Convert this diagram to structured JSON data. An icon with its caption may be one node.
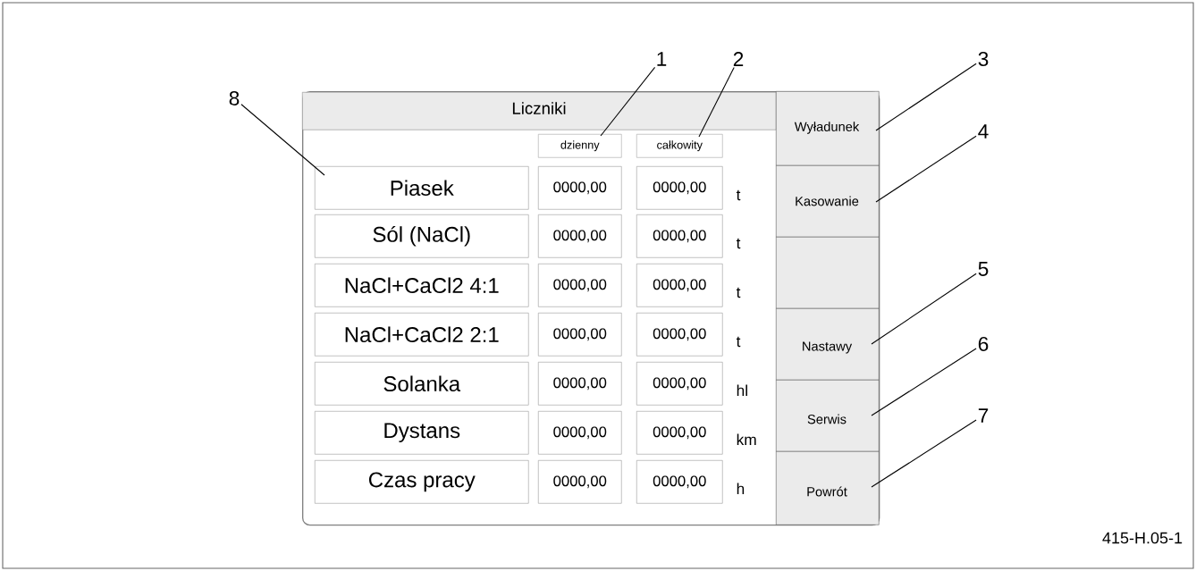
{
  "diagram": {
    "nodes": [
      {
        "text": [],
        "shape": "box"
      },
      {
        "text": [
          "Liczniki"
        ],
        "in": 0
      },
      {
        "text": [
          "dzienny"
        ],
        "in": 0
      },
      {
        "text": [
          "całkowity"
        ],
        "in": 0
      },
      {
        "text": [
          "Piasek"
        ],
        "in": 0
      },
      {
        "text": [
          "0000,00"
        ],
        "in": 0
      },
      {
        "text": [
          "0000,00"
        ],
        "in": 0
      },
      {
        "text": [
          "Sól (NaCl)"
        ],
        "in": 0
      },
      {
        "text": [
          "0000,00"
        ],
        "in": 0
      },
      {
        "text": [
          "0000,00"
        ],
        "in": 0
      },
      {
        "text": [
          "NaCl+CaCl2 4:1"
        ],
        "in": 0
      },
      {
        "text": [
          "0000,00"
        ],
        "in": 0
      },
      {
        "text": [
          "0000,00"
        ],
        "in": 0
      },
      {
        "text": [
          "NaCl+CaCl2 2:1"
        ],
        "in": 0
      },
      {
        "text": [
          "0000,00"
        ],
        "in": 0
      },
      {
        "text": [
          "0000,00"
        ],
        "in": 0
      },
      {
        "text": [
          "Solanka"
        ],
        "in": 0
      },
      {
        "text": [
          "0000,00"
        ],
        "in": 0
      },
      {
        "text": [
          "0000,00"
        ],
        "in": 0
      },
      {
        "text": [
          "Dystans"
        ],
        "in": 0
      },
      {
        "text": [
          "0000,00"
        ],
        "in": 0
      },
      {
        "text": [
          "0000,00"
        ],
        "in": 0
      },
      {
        "text": [
          "Czas pracy"
        ],
        "in": 0
      },
      {
        "text": [
          "0000,00"
        ],
        "in": 0
      },
      {
        "text": [
          "0000,00"
        ],
        "in": 0
      },
      {
        "text": [
          "Wyładunek"
        ],
        "in": 0
      },
      {
        "text": [
          "Kasowanie"
        ],
        "in": 0
      },
      {
        "text": [],
        "shape": "box",
        "in": 0
      },
      {
        "text": [
          "Nastawy"
        ],
        "in": 0
      },
      {
        "text": [
          "Serwis"
        ],
        "in": 0
      },
      {
        "text": [
          "Powrót"
        ],
        "in": 0
      },
      {
        "text": [
          "1"
        ]
      },
      {
        "text": [
          "2"
        ]
      },
      {
        "text": [
          "3"
        ]
      },
      {
        "text": [
          "4"
        ]
      },
      {
        "text": [
          "5"
        ]
      },
      {
        "text": [
          "6"
        ]
      },
      {
        "text": [
          "7"
        ]
      },
      {
        "text": [
          "8"
        ]
      }
    ],
    "edges": [
      {
        "from": 31,
        "to": 2,
        "arrow": "none"
      },
      {
        "from": 32,
        "to": 3,
        "arrow": "none"
      },
      {
        "from": 33,
        "to": 25,
        "arrow": "none"
      },
      {
        "from": 34,
        "to": 26,
        "arrow": "none"
      },
      {
        "from": 35,
        "to": 28,
        "arrow": "none"
      },
      {
        "from": 36,
        "to": 29,
        "arrow": "none"
      },
      {
        "from": 37,
        "to": 30,
        "arrow": "none"
      },
      {
        "from": 38,
        "to": 4,
        "arrow": "none"
      }
    ],
    "labels": [
      "t",
      "t",
      "t",
      "t",
      "hl",
      "km",
      "h",
      "415-H.05-1"
    ]
  }
}
